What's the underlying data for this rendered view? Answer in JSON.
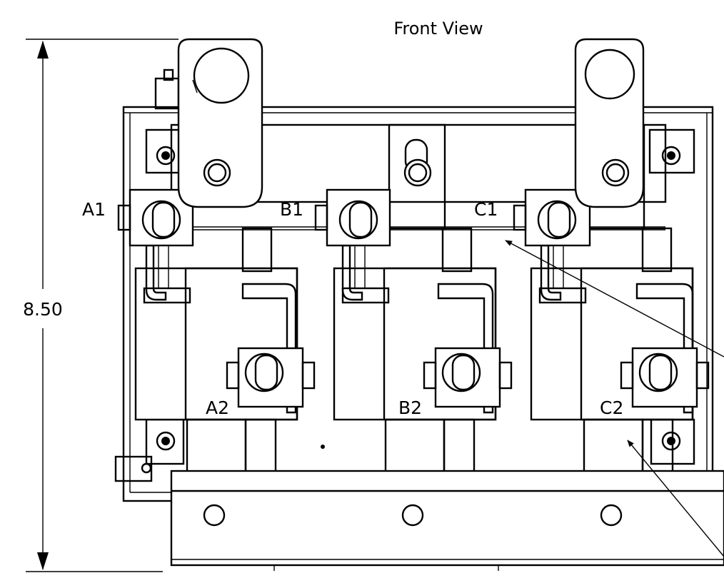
{
  "drawing": {
    "title": "Front View",
    "dimension_value": "8.50",
    "terminals": {
      "a1": "A1",
      "b1": "B1",
      "c1": "C1",
      "a2": "A2",
      "b2": "B2",
      "c2": "C2"
    }
  }
}
